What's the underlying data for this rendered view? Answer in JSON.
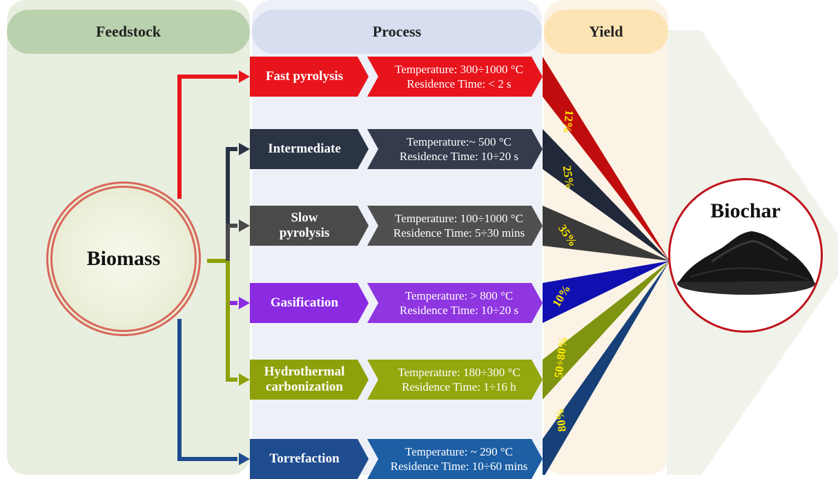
{
  "columns": {
    "feedstock": "Feedstock",
    "process": "Process",
    "yield": "Yield"
  },
  "source": {
    "label": "Biomass"
  },
  "product": {
    "label": "Biochar"
  },
  "colors": {
    "feedstock_bg": "#e8eee0",
    "feedstock_header": "#b9d2ad",
    "process_bg": "#eef0f8",
    "process_header": "#d6def0",
    "yield_bg": "#fbf3e6",
    "yield_header": "#fde4b5",
    "yield_text": "#ffe800",
    "biomass_ring": "#d9675c",
    "biochar_ring": "#c0121c"
  },
  "processes": [
    {
      "name_lines": [
        "Fast pyrolysis"
      ],
      "temperature": "Temperature: 300÷1000 °C",
      "residence": "Residence Time: < 2 s",
      "yield": "12%",
      "color": "#e8141c",
      "detail_color": "#e8141c",
      "wedge_color": "#c00c0c",
      "arrow_color": "#e8141c"
    },
    {
      "name_lines": [
        "Intermediate"
      ],
      "temperature": "Temperature:~ 500 °C",
      "residence": "Residence Time: 10÷20 s",
      "yield": "25%",
      "color": "#2b3445",
      "detail_color": "#333b4c",
      "wedge_color": "#20283a",
      "arrow_color": "#2b3445"
    },
    {
      "name_lines": [
        "Slow",
        "pyrolysis"
      ],
      "temperature": "Temperature: 100÷1000 °C",
      "residence": "Residence Time: 5÷30 mins",
      "yield": "35%",
      "color": "#4a4a4a",
      "detail_color": "#505050",
      "wedge_color": "#3a3a3a",
      "arrow_color": "#4a4a4a"
    },
    {
      "name_lines": [
        "Gasification"
      ],
      "temperature": "Temperature: > 800 °C",
      "residence": "Residence Time: 10÷20 s",
      "yield": "10%",
      "color": "#8a2be2",
      "detail_color": "#8f36e0",
      "wedge_color": "#1010b0",
      "arrow_color": "#8a2be2"
    },
    {
      "name_lines": [
        "Hydrothermal",
        "carbonization"
      ],
      "temperature": "Temperature: 180÷300 °C",
      "residence": "Residence Time: 1÷16 h",
      "yield": "50÷80%",
      "color": "#8ea10a",
      "detail_color": "#93a70e",
      "wedge_color": "#7f9410",
      "arrow_color": "#8ea10a"
    },
    {
      "name_lines": [
        "Torrefaction"
      ],
      "temperature": "Temperature: ~ 290 °C",
      "residence": "Residence Time: 10÷60 mins",
      "yield": "80%",
      "color": "#1f4c8f",
      "detail_color": "#1d5fa5",
      "wedge_color": "#173f78",
      "arrow_color": "#1f4c8f"
    }
  ]
}
